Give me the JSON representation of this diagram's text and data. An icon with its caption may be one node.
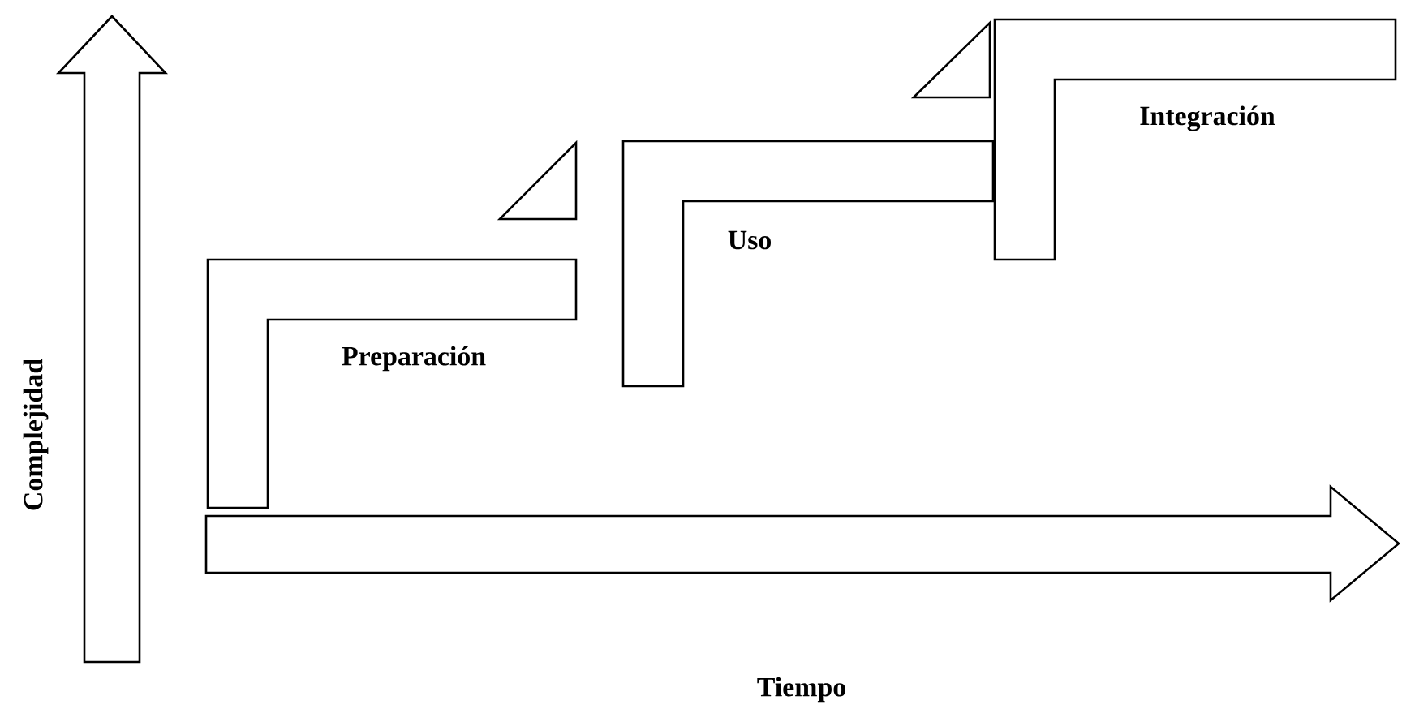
{
  "diagram": {
    "nodes": [
      {
        "text": [
          "Preparación"
        ]
      },
      {
        "text": [
          "Uso"
        ]
      },
      {
        "text": [
          "Integración"
        ]
      }
    ],
    "labels": [
      "Complejidad",
      "Tiempo"
    ]
  }
}
